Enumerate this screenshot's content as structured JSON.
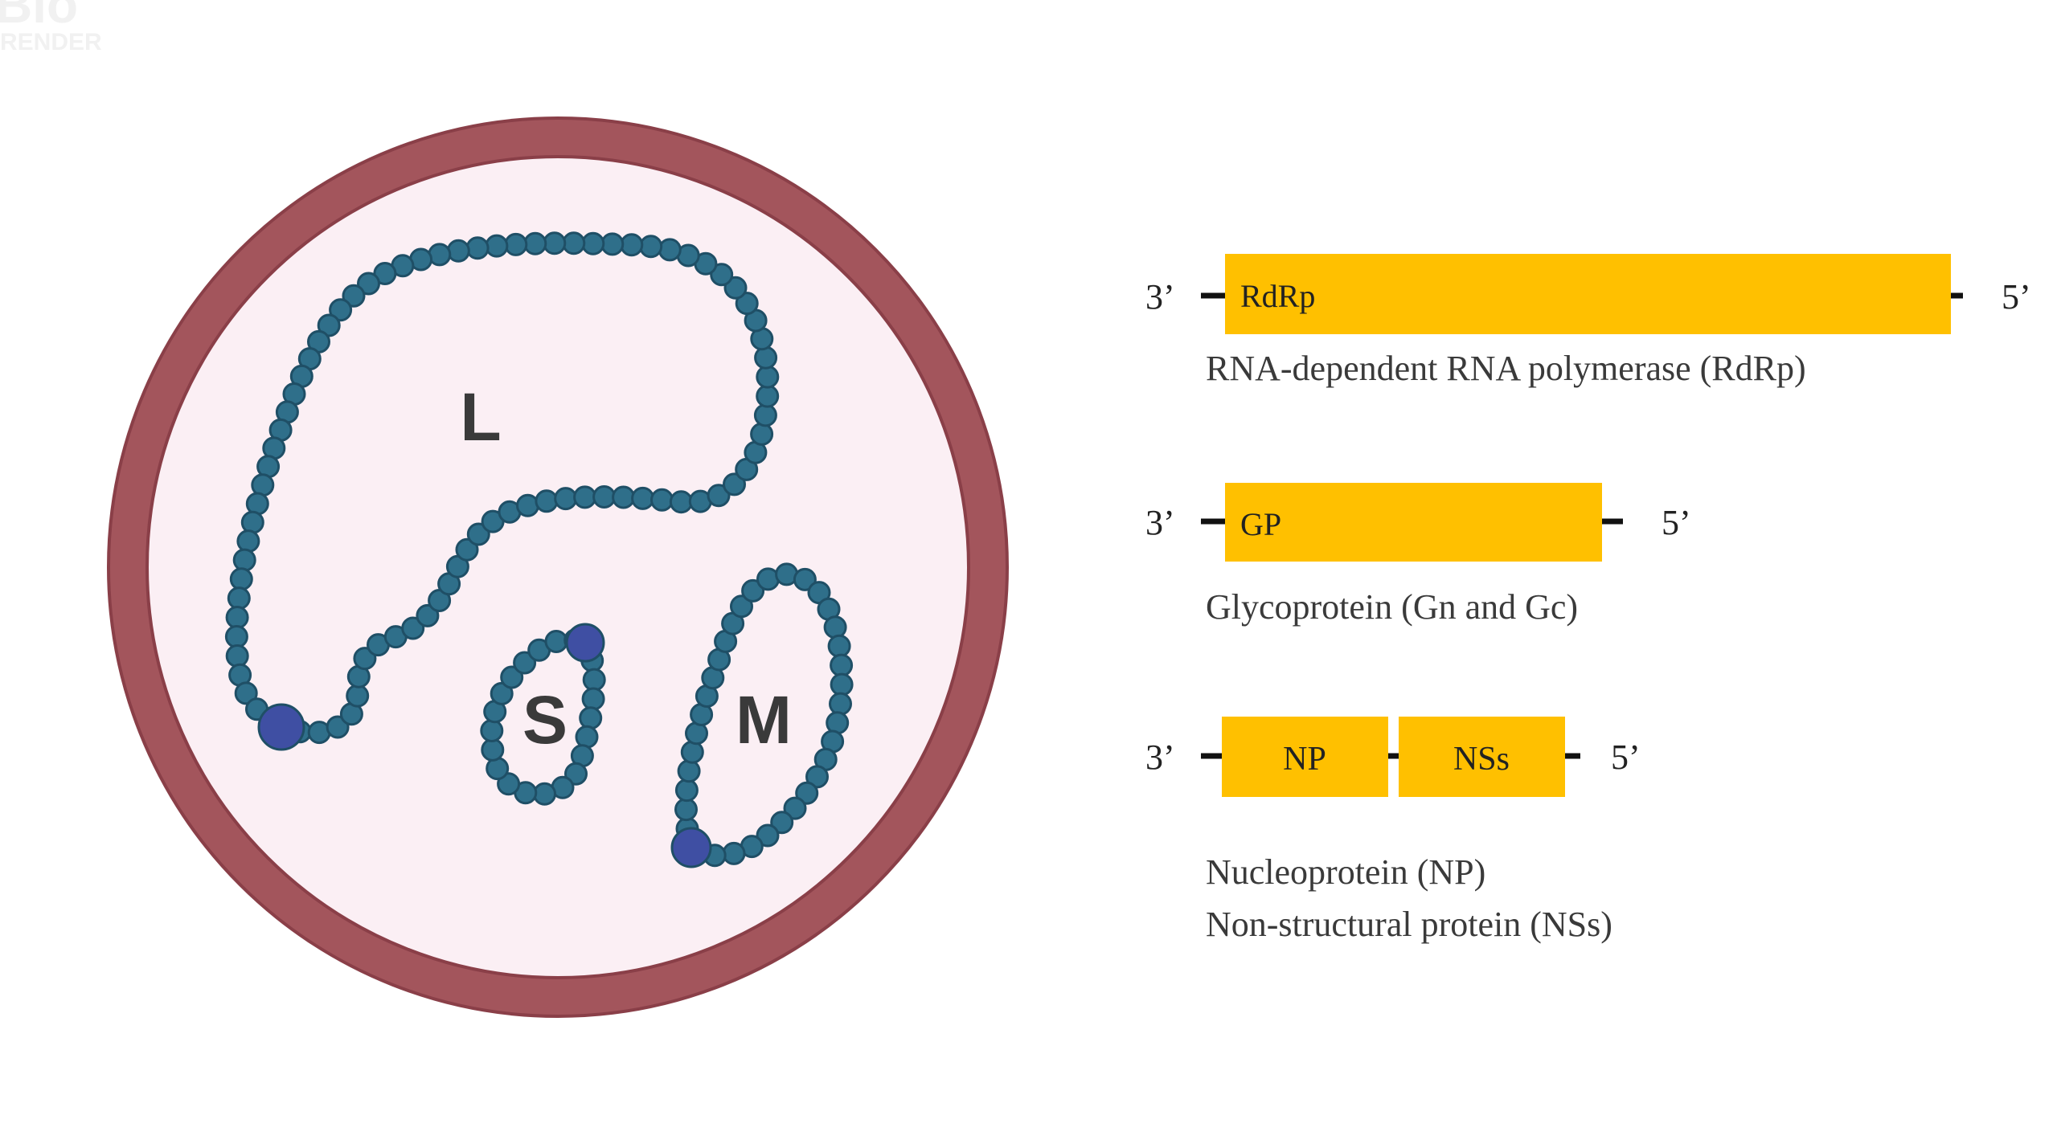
{
  "watermark": {
    "line1": "Bio",
    "line2": "RENDER"
  },
  "virion": {
    "segments": [
      {
        "label": "L"
      },
      {
        "label": "S"
      },
      {
        "label": "M"
      }
    ],
    "colors": {
      "membrane": "#a3555c",
      "membrane_edge": "#8a3f48",
      "interior": "#fbeff4",
      "rna_bead": "#2f6f8a",
      "rna_bead_edge": "#1f4f66",
      "polymerase": "#3f4fa3",
      "spike_red": "#d1542f",
      "spike_orange": "#dc9a3e"
    }
  },
  "genome_map": {
    "colors": {
      "gene_box": "#ffc000",
      "line": "#111111"
    },
    "rows": [
      {
        "three_prime": "3’",
        "five_prime": "5’",
        "genes": [
          {
            "label": "RdRp"
          }
        ],
        "description": [
          "RNA-dependent RNA polymerase (RdRp)"
        ]
      },
      {
        "three_prime": "3’",
        "five_prime": "5’",
        "genes": [
          {
            "label": "GP"
          }
        ],
        "description": [
          "Glycoprotein (Gn and Gc)"
        ]
      },
      {
        "three_prime": "3’",
        "five_prime": "5’",
        "genes": [
          {
            "label": "NP"
          },
          {
            "label": "NSs"
          }
        ],
        "description": [
          "Nucleoprotein (NP)",
          "Non-structural protein (NSs)"
        ]
      }
    ]
  }
}
